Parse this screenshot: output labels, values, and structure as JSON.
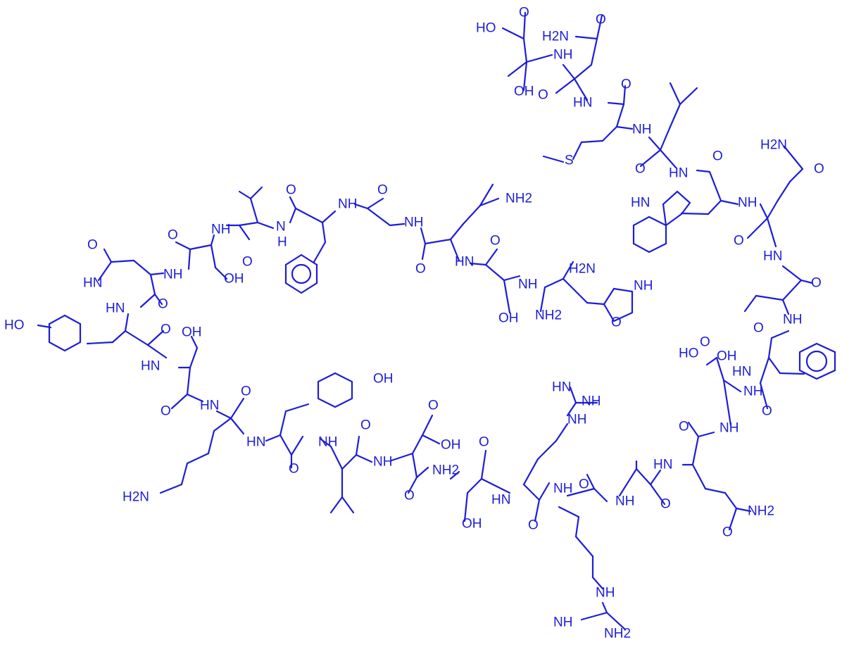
{
  "molecule": {
    "ink_color": "#1d1dd8",
    "labels": [
      {
        "id": "t-oh1",
        "text": "HO"
      },
      {
        "id": "t-nh1",
        "text": "NH"
      },
      {
        "id": "t-h2n1",
        "text": "H2N"
      },
      {
        "id": "t-o1",
        "text": "O"
      },
      {
        "id": "t-o2",
        "text": "O"
      },
      {
        "id": "t-o3",
        "text": "O"
      },
      {
        "id": "t-oh2",
        "text": "OH"
      },
      {
        "id": "t-hn1",
        "text": "HN"
      },
      {
        "id": "t-o4",
        "text": "O"
      },
      {
        "id": "t-nh2",
        "text": "NH"
      },
      {
        "id": "t-s1",
        "text": "S"
      },
      {
        "id": "t-o5",
        "text": "O"
      },
      {
        "id": "t-hn2",
        "text": "HN"
      },
      {
        "id": "t-o6",
        "text": "O"
      },
      {
        "id": "t-h2n2",
        "text": "H2N"
      },
      {
        "id": "t-o7",
        "text": "O"
      },
      {
        "id": "t-hn3",
        "text": "HN"
      },
      {
        "id": "t-nh3",
        "text": "NH"
      },
      {
        "id": "t-o8",
        "text": "O"
      },
      {
        "id": "t-hn4",
        "text": "HN"
      },
      {
        "id": "t-o9",
        "text": "O"
      },
      {
        "id": "t-nh4",
        "text": "NH"
      },
      {
        "id": "t-o10",
        "text": "O"
      },
      {
        "id": "t-hn5",
        "text": "HN"
      },
      {
        "id": "t-o11",
        "text": "O"
      },
      {
        "id": "t-oh3",
        "text": "OH"
      },
      {
        "id": "t-nh5",
        "text": "NH"
      },
      {
        "id": "t-o12",
        "text": "O"
      },
      {
        "id": "t-ho2",
        "text": "HO"
      },
      {
        "id": "t-o13",
        "text": "O"
      },
      {
        "id": "t-nh6",
        "text": "NH"
      },
      {
        "id": "t-hn6",
        "text": "HN"
      },
      {
        "id": "t-o14",
        "text": "O"
      },
      {
        "id": "t-o15",
        "text": "O"
      },
      {
        "id": "t-nh7",
        "text": "NH"
      },
      {
        "id": "t-o16",
        "text": "O"
      },
      {
        "id": "t-nh2a",
        "text": "NH2"
      },
      {
        "id": "t-nh8",
        "text": "NH"
      },
      {
        "id": "t-o17",
        "text": "O"
      },
      {
        "id": "t-o18",
        "text": "O"
      },
      {
        "id": "t-hn7",
        "text": "HN"
      },
      {
        "id": "t-nh9",
        "text": "NH"
      },
      {
        "id": "t-nh2b",
        "text": "NH2"
      },
      {
        "id": "t-oh4",
        "text": "OH"
      },
      {
        "id": "t-o19",
        "text": "O"
      },
      {
        "id": "t-nh10",
        "text": "NH"
      },
      {
        "id": "t-oh5",
        "text": "OH"
      },
      {
        "id": "t-nh11",
        "text": "NH"
      },
      {
        "id": "t-o20",
        "text": "O"
      },
      {
        "id": "t-o21",
        "text": "O"
      },
      {
        "id": "t-h2n3",
        "text": "H2N"
      },
      {
        "id": "t-nh12",
        "text": "NH"
      },
      {
        "id": "t-hn8",
        "text": "HN"
      },
      {
        "id": "t-o22",
        "text": "O"
      },
      {
        "id": "t-ho3",
        "text": "HO"
      },
      {
        "id": "t-hn9",
        "text": "HN"
      },
      {
        "id": "t-o23",
        "text": "O"
      },
      {
        "id": "t-oh6",
        "text": "OH"
      },
      {
        "id": "t-hn10",
        "text": "HN"
      },
      {
        "id": "t-o24",
        "text": "O"
      },
      {
        "id": "t-oh7",
        "text": "OH"
      },
      {
        "id": "t-o25",
        "text": "O"
      },
      {
        "id": "t-hn11",
        "text": "HN"
      },
      {
        "id": "t-nh2c",
        "text": "NH2"
      },
      {
        "id": "t-o26",
        "text": "O"
      },
      {
        "id": "t-hn12",
        "text": "HN"
      },
      {
        "id": "t-nh13",
        "text": "NH"
      },
      {
        "id": "t-o27",
        "text": "O"
      },
      {
        "id": "t-oh8",
        "text": "OH"
      },
      {
        "id": "t-h2",
        "text": "H"
      },
      {
        "id": "t-n14",
        "text": "N"
      },
      {
        "id": "t-o28",
        "text": "O"
      },
      {
        "id": "t-o29",
        "text": "O"
      },
      {
        "id": "t-nh15",
        "text": "NH"
      },
      {
        "id": "t-nh16",
        "text": "NH"
      },
      {
        "id": "t-o30",
        "text": "O"
      },
      {
        "id": "t-o31",
        "text": "O"
      },
      {
        "id": "t-nh17",
        "text": "NH"
      },
      {
        "id": "t-o32",
        "text": "O"
      },
      {
        "id": "t-hn13",
        "text": "HN"
      },
      {
        "id": "t-nh18",
        "text": "NH"
      },
      {
        "id": "t-oh9",
        "text": "OH"
      },
      {
        "id": "t-o33",
        "text": "O"
      },
      {
        "id": "t-nh19",
        "text": "NH"
      },
      {
        "id": "t-h2n4",
        "text": "H2N"
      },
      {
        "id": "t-nh20",
        "text": "NH"
      },
      {
        "id": "t-nh2d",
        "text": "NH2"
      },
      {
        "id": "t-o34",
        "text": "O"
      },
      {
        "id": "t-nh21",
        "text": "NH"
      },
      {
        "id": "t-hn14",
        "text": "HN"
      },
      {
        "id": "t-nh2e",
        "text": "NH2"
      }
    ]
  }
}
